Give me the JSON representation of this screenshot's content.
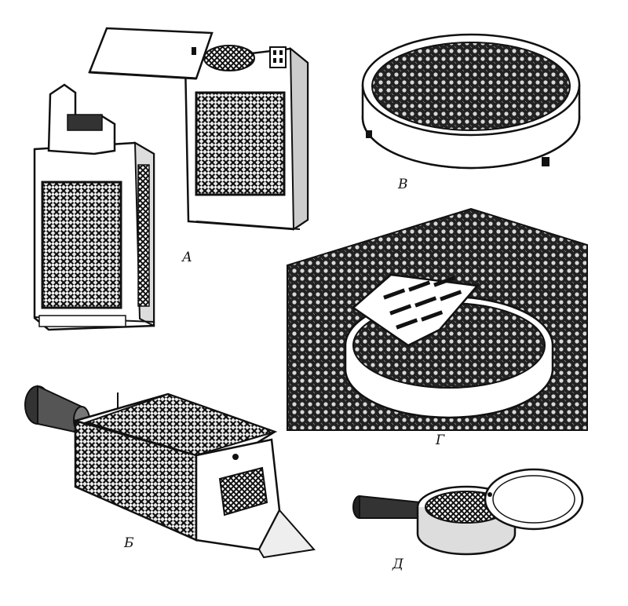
{
  "figure": {
    "panels": [
      {
        "id": "a",
        "label": "А"
      },
      {
        "id": "b",
        "label": "Б"
      },
      {
        "id": "v",
        "label": "В"
      },
      {
        "id": "g",
        "label": "Г"
      },
      {
        "id": "d",
        "label": "Д"
      }
    ]
  },
  "style": {
    "ink": "#111111",
    "paper": "#ffffff"
  }
}
